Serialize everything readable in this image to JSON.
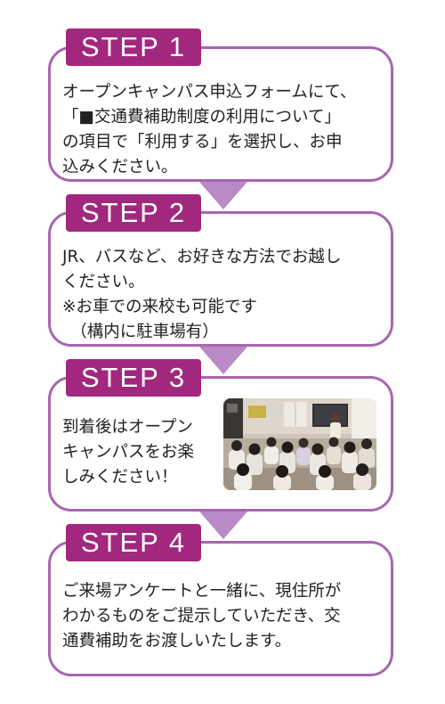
{
  "steps": [
    {
      "label": "STEP 1",
      "text": "オープンキャンパス申込フォームにて、\n「■交通費補助制度の利用について」\nの項目で「利用する」を選択し、お申\n込みください。"
    },
    {
      "label": "STEP 2",
      "text": "JR、バスなど、お好きな方法でお越し\nください。\n※お車での来校も可能です\n　（構内に駐車場有）"
    },
    {
      "label": "STEP 3",
      "text": "到着後はオープン\nキャンパスをお楽\nしみください！"
    },
    {
      "label": "STEP 4",
      "text": "ご来場アンケートと一緒に、現住所が\nわかるものをご提示していただき、交\n通費補助をお渡しいたします。"
    }
  ],
  "colors": {
    "tab": "#a2287e",
    "border": "#a865b0",
    "arrow": "#b98ac6"
  },
  "photo": {
    "subject": "students-listening-in-lecture-room"
  }
}
